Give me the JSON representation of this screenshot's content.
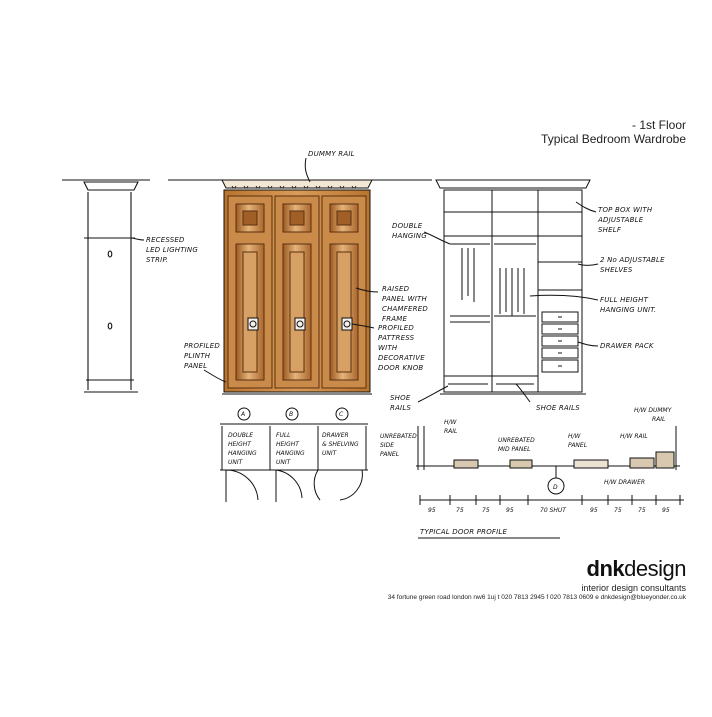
{
  "header": {
    "floor": "- 1st Floor",
    "drawing_title": "Typical Bedroom Wardrobe"
  },
  "annotations": {
    "dummy_rail": "DUMMY RAIL",
    "led_strip": [
      "RECESSED",
      "LED LIGHTING",
      "STRIP."
    ],
    "plinth": [
      "PROFILED",
      "PLINTH",
      "PANEL"
    ],
    "raised_panel": [
      "RAISED",
      "PANEL WITH",
      "CHAMFERED",
      "FRAME"
    ],
    "profiled_pattress": [
      "PROFILED",
      "PATTRESS",
      "WITH",
      "DECORATIVE",
      "DOOR KNOB"
    ],
    "double_hanging": [
      "DOUBLE",
      "HANGING"
    ],
    "top_box": [
      "TOP BOX WITH",
      "ADJUSTABLE",
      "SHELF"
    ],
    "adjustable_shelves": [
      "2 No ADJUSTABLE",
      "SHELVES"
    ],
    "full_height": [
      "FULL HEIGHT",
      "HANGING UNIT."
    ],
    "drawer_pack": "DRAWER PACK",
    "shoe_rails_left": [
      "SHOE",
      "RAILS"
    ],
    "shoe_rails_right": "SHOE RAILS",
    "section_a": "A",
    "section_b": "B",
    "section_c": "C",
    "unit_a": [
      "DOUBLE",
      "HEIGHT",
      "HANGING",
      "UNIT"
    ],
    "unit_b": [
      "FULL",
      "HEIGHT",
      "HANGING",
      "UNIT"
    ],
    "unit_c": [
      "DRAWER",
      "& SHELVING",
      "UNIT"
    ],
    "unrebated_side": [
      "UNREBATED",
      "SIDE",
      "PANEL"
    ],
    "hw_rail_left": [
      "H/W",
      "RAIL"
    ],
    "unrebated_mid": [
      "UNREBATED",
      "MID PANEL"
    ],
    "hw_panel": [
      "H/W",
      "PANEL"
    ],
    "hw_rail_right": "H/W RAIL",
    "hw_dummy_rail": [
      "H/W DUMMY",
      "RAIL"
    ],
    "hw_drawer": "H/W DRAWER",
    "detail_d": "D",
    "dimensions": [
      "95",
      "75",
      "75",
      "95",
      "70 SHUT",
      "95",
      "75",
      "75",
      "95"
    ],
    "typical_door_profile": "TYPICAL DOOR PROFILE"
  },
  "footer": {
    "brand_bold": "dnk",
    "brand_rest": "design",
    "tagline": "interior design consultants",
    "address": "34 fortune green road london nw6 1uj  t 020 7813 2945  f 020 7813 0609  e dnkdesign@blueyonder.co.uk"
  },
  "colors": {
    "ink": "#111111",
    "wood": "#c98a4a",
    "wood_dark": "#8a5020",
    "wood_light": "#e3b47c"
  }
}
